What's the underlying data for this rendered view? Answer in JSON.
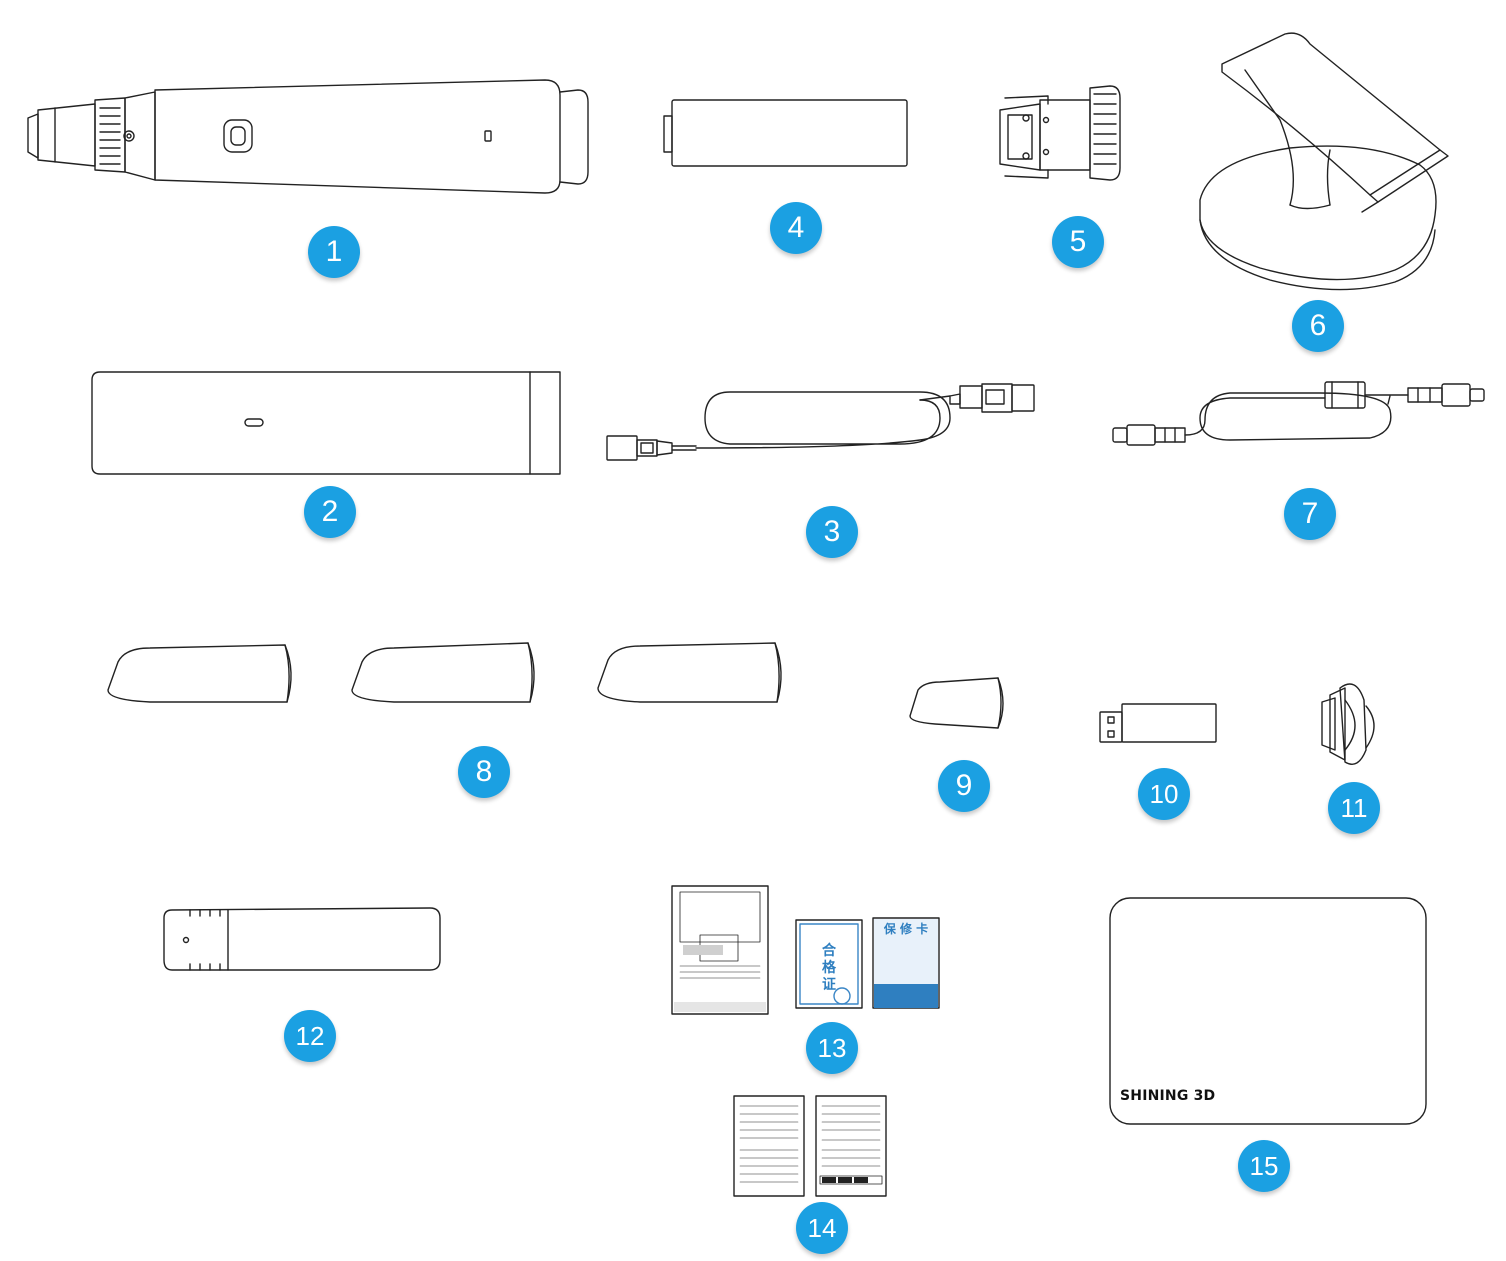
{
  "callouts": [
    "1",
    "2",
    "3",
    "4",
    "5",
    "6",
    "7",
    "8",
    "9",
    "10",
    "11",
    "12",
    "13",
    "14",
    "15"
  ],
  "brand_text": "SHINING 3D",
  "certificate_text": "合\n格\n证",
  "warranty_title": "保 修 卡",
  "colors": {
    "badge": "#1ba0e2",
    "line": "#222222",
    "card_blue": "#2f7fc0"
  }
}
